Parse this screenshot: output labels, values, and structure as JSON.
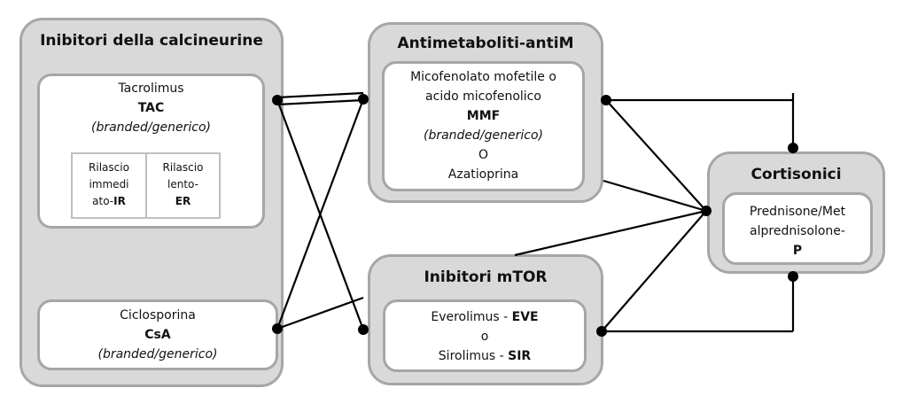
{
  "calcineurin": {
    "title": "Inibitori della calcineurine",
    "tac": {
      "name": "Tacrolimus",
      "abbr": "TAC",
      "note": "(branded/generico)",
      "ir": {
        "l1": "Rilascio",
        "l2": "immedi",
        "l3a": "ato-",
        "l3b": "IR"
      },
      "er": {
        "l1": "Rilascio",
        "l2": "lento-",
        "l3": "ER"
      }
    },
    "csa": {
      "name": "Ciclosporina",
      "abbr": "CsA",
      "note": "(branded/generico)"
    }
  },
  "antimetabolites": {
    "title": "Antimetaboliti-antiM",
    "l1": "Micofenolato mofetile o",
    "l2": "acido micofenolico",
    "abbr": "MMF",
    "note": "(branded/generico)",
    "or": "O",
    "aza": "Azatioprina"
  },
  "mtor": {
    "title": "Inibitori mTOR",
    "eve": "Everolimus - ",
    "eve_abbr": "EVE",
    "or": "o",
    "sir": "Sirolimus - ",
    "sir_abbr": "SIR"
  },
  "steroids": {
    "title": "Cortisonici",
    "l1": "Prednisone/Met",
    "l2": "alprednisolone-",
    "abbr": "P"
  },
  "colors": {
    "group_fill": "#d9d9d9",
    "border": "#a6a6a6",
    "line": "#000000"
  }
}
